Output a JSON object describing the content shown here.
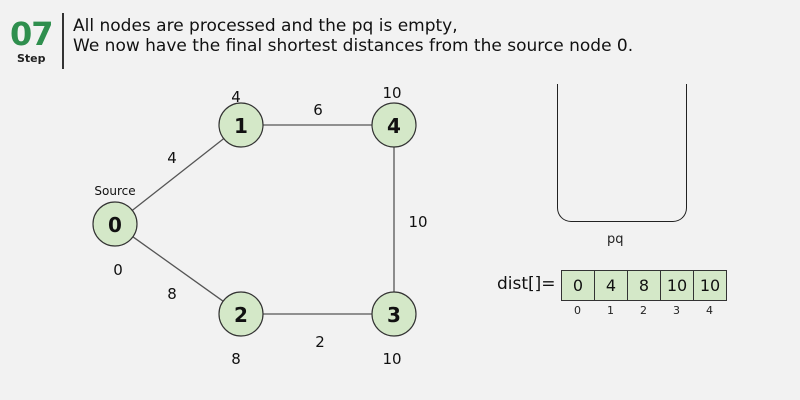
{
  "header": {
    "step_number": "07",
    "step_label": "Step",
    "description_lines": [
      "All nodes are processed and the pq is empty,",
      "We now have the final shortest distances from the source node 0."
    ]
  },
  "graph": {
    "source_label": "Source",
    "nodes": [
      {
        "id": "0",
        "distance": "0"
      },
      {
        "id": "1",
        "distance": "4"
      },
      {
        "id": "2",
        "distance": "8"
      },
      {
        "id": "3",
        "distance": "10"
      },
      {
        "id": "4",
        "distance": "10"
      }
    ],
    "edges": [
      {
        "from": "0",
        "to": "1",
        "weight": "4"
      },
      {
        "from": "0",
        "to": "2",
        "weight": "8"
      },
      {
        "from": "1",
        "to": "4",
        "weight": "6"
      },
      {
        "from": "2",
        "to": "3",
        "weight": "2"
      },
      {
        "from": "4",
        "to": "3",
        "weight": "10"
      }
    ],
    "colors": {
      "node_fill": "#d4e8c8",
      "node_stroke": "#333333",
      "edge": "#555555",
      "step_accent": "#2f8f4e"
    }
  },
  "pq": {
    "label": "pq",
    "items": []
  },
  "dist": {
    "label": "dist[]=",
    "values": [
      "0",
      "4",
      "8",
      "10",
      "10"
    ],
    "indices": [
      "0",
      "1",
      "2",
      "3",
      "4"
    ]
  }
}
